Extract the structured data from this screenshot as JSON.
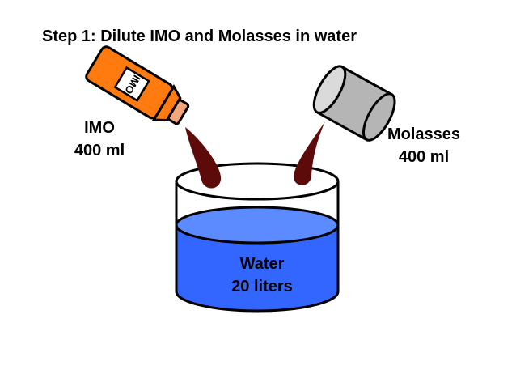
{
  "title": "Step 1: Dilute IMO and Molasses in water",
  "imo": {
    "name": "IMO",
    "amount": "400 ml",
    "bottle_label": "IMO"
  },
  "molasses": {
    "name": "Molasses",
    "amount": "400 ml"
  },
  "water": {
    "name": "Water",
    "amount": "20 liters"
  },
  "colors": {
    "bottle": "#FF7A0F",
    "bottle_cap": "#F4A57A",
    "molasses_can": "#B5B5B5",
    "liquid_drip": "#5C0A0A",
    "water": "#3366FF",
    "water_surface": "#5C8AFF"
  }
}
